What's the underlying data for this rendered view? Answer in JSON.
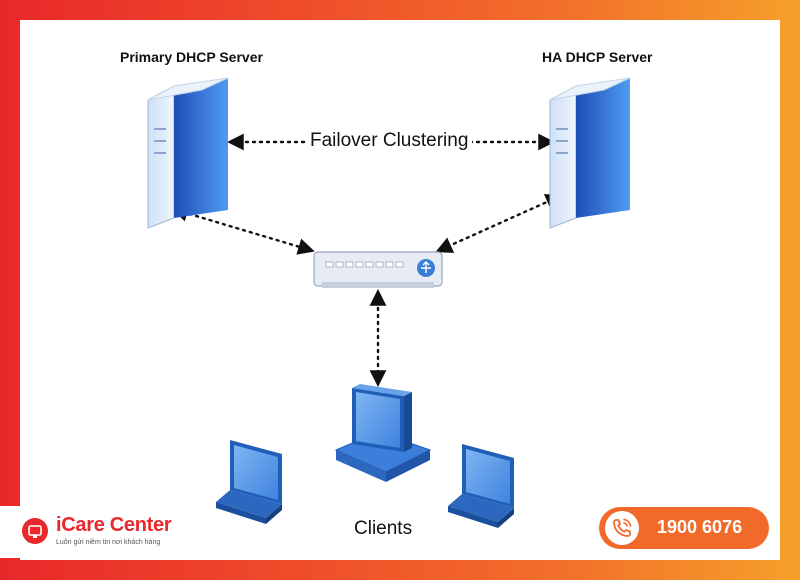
{
  "diagram": {
    "primary_server_label": "Primary DHCP Server",
    "ha_server_label": "HA DHCP Server",
    "clustering_label": "Failover Clustering",
    "clients_label": "Clients"
  },
  "branding": {
    "name": "iCare Center",
    "tagline": "Luôn gửi niềm tin nơi khách hàng",
    "hotline": "1900 6076"
  },
  "colors": {
    "accent_red": "#e8282a",
    "accent_orange": "#f26a2a",
    "server_blue": "#2f6fd6",
    "screen_blue": "#4a90e2"
  },
  "icons": [
    "server-icon",
    "network-switch-icon",
    "desktop-computer-icon",
    "laptop-icon",
    "phone-icon"
  ]
}
